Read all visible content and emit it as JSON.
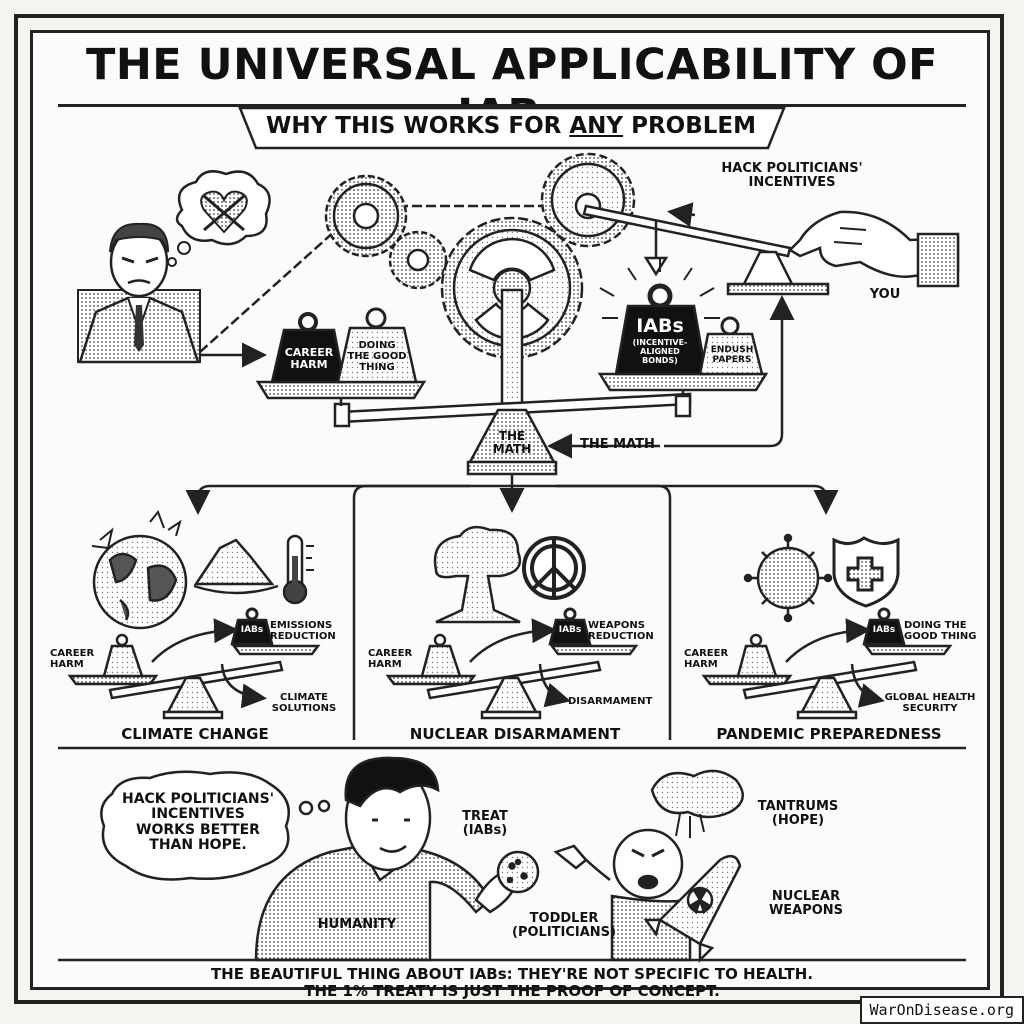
{
  "title": "THE UNIVERSAL APPLICABILITY OF IABs",
  "subtitle": {
    "before": "WHY THIS WORKS FOR ",
    "emph": "ANY",
    "after": " PROBLEM"
  },
  "top": {
    "hack_label": "HACK POLITICIANS'\nINCENTIVES",
    "you_label": "YOU",
    "career_harm": "CAREER\nHARM",
    "doing_good": "DOING\nTHE GOOD\nTHING",
    "iabs_title": "IABs",
    "iabs_sub": "(INCENTIVE-\nALIGNED\nBONDS)",
    "endush_papers": "ENDUSH\nPAPERS",
    "the_math_pivot": "THE\nMATH",
    "the_math_arrow": "THE MATH"
  },
  "panels": [
    {
      "title": "CLIMATE CHANGE",
      "left": "CAREER\nHARM",
      "weight": "IABs",
      "top_label": "EMISSIONS\nREDUCTION",
      "bottom_label": "CLIMATE\nSOLUTIONS"
    },
    {
      "title": "NUCLEAR DISARMAMENT",
      "left": "CAREER\nHARM",
      "weight": "IABs",
      "top_label": "WEAPONS\nREDUCTION",
      "bottom_label": "DISARMAMENT"
    },
    {
      "title": "PANDEMIC PREPAREDNESS",
      "left": "CAREER\nHARM",
      "weight": "IABs",
      "top_label": "DOING THE\nGOOD THING",
      "bottom_label": "GLOBAL HEALTH\nSECURITY"
    }
  ],
  "bottom": {
    "thought": "HACK POLITICIANS'\nINCENTIVES\nWORKS BETTER\nTHAN HOPE.",
    "treat": "TREAT\n(IABs)",
    "humanity": "HUMANITY",
    "tantrums": "TANTRUMS\n(HOPE)",
    "nuclear_weapons": "NUCLEAR\nWEAPONS",
    "toddler": "TODDLER\n(POLITICIANS)"
  },
  "footer": "THE BEAUTIFUL THING ABOUT IABs: THEY'RE NOT SPECIFIC TO HEALTH.\nTHE 1% TREATY IS JUST THE PROOF OF CONCEPT.",
  "watermark": "WarOnDisease.org"
}
